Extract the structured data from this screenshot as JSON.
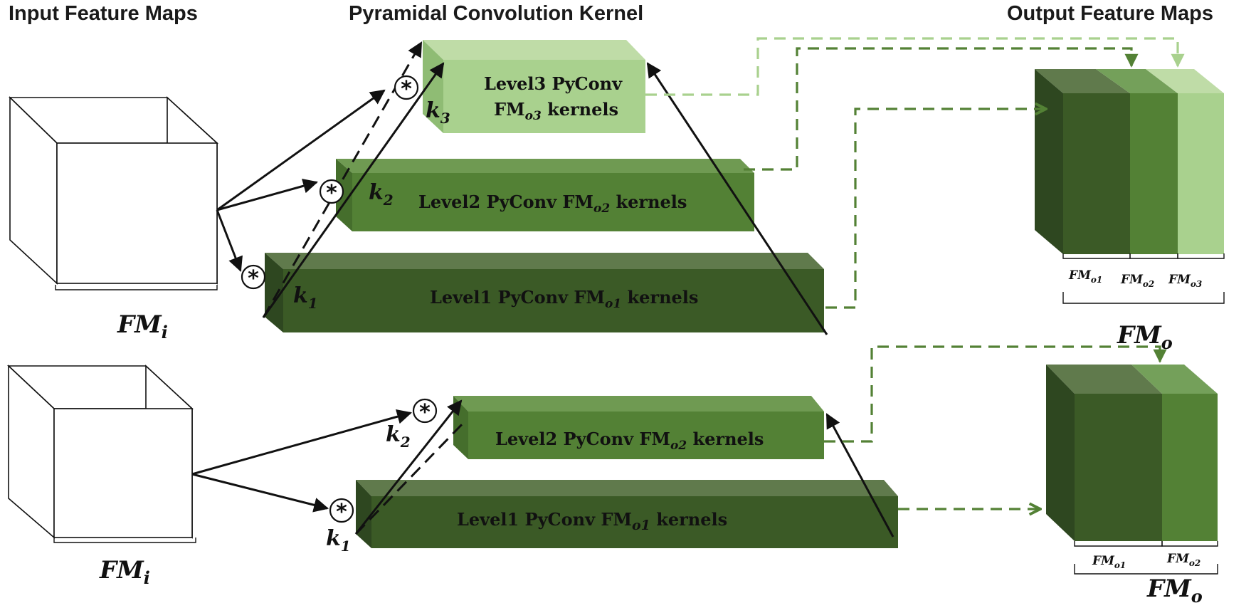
{
  "titles": {
    "input": "Input Feature Maps",
    "kernel": "Pyramidal Convolution Kernel",
    "output": "Output Feature Maps"
  },
  "colors": {
    "level1": "#3b5a26",
    "level2": "#538135",
    "level3": "#a9d18e"
  },
  "icons": {
    "convolution": "circled-asterisk"
  },
  "top": {
    "input_label": {
      "base": "FM",
      "sub": "i"
    },
    "levels": [
      {
        "k": "k",
        "k_sub": "3",
        "line1": "Level3 PyConv",
        "pre": "FM",
        "sub": "o3",
        "post": " kernels"
      },
      {
        "k": "k",
        "k_sub": "2",
        "pre": "Level2 PyConv FM",
        "sub": "o2",
        "post": " kernels"
      },
      {
        "k": "k",
        "k_sub": "1",
        "pre": "Level1 PyConv FM",
        "sub": "o1",
        "post": " kernels"
      }
    ],
    "outputs": [
      {
        "base": "FM",
        "sub": "o1"
      },
      {
        "base": "FM",
        "sub": "o2"
      },
      {
        "base": "FM",
        "sub": "o3"
      }
    ],
    "output_total": {
      "base": "FM",
      "sub": "o"
    }
  },
  "bottom": {
    "input_label": {
      "base": "FM",
      "sub": "i"
    },
    "levels": [
      {
        "k": "k",
        "k_sub": "2",
        "pre": "Level2 PyConv FM",
        "sub": "o2",
        "post": " kernels"
      },
      {
        "k": "k",
        "k_sub": "1",
        "pre": "Level1 PyConv FM",
        "sub": "o1",
        "post": " kernels"
      }
    ],
    "outputs": [
      {
        "base": "FM",
        "sub": "o1"
      },
      {
        "base": "FM",
        "sub": "o2"
      }
    ],
    "output_total": {
      "base": "FM",
      "sub": "o"
    }
  }
}
